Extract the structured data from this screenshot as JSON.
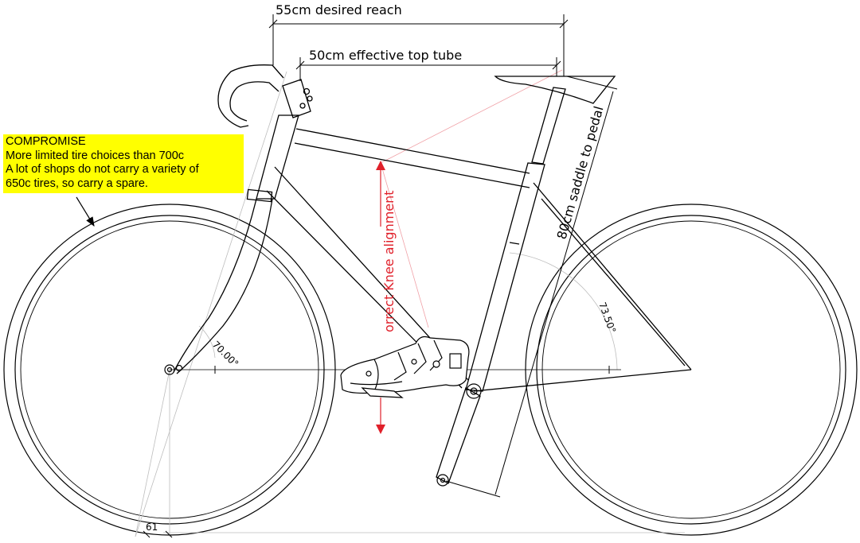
{
  "annotation": {
    "title": "COMPROMISE",
    "lines": [
      "More limited tire choices than 700c",
      "A lot of shops do not carry a variety of",
      "650c tires, so carry a spare."
    ]
  },
  "dimensions": {
    "desired_reach": "55cm desired reach",
    "effective_top_tube": "50cm effective top tube",
    "saddle_to_pedal": "80cm saddle to pedal",
    "knee_alignment": "orrect Knee alignment",
    "seat_angle": "73.50°",
    "head_angle": "70.00°",
    "fork_label": "61"
  },
  "colors": {
    "line": "#000000",
    "highlight": "#ffff00",
    "alignment": "#e0202a",
    "guide": "#c8c8c8"
  },
  "icons": [
    "cycling-shoe-icon"
  ]
}
